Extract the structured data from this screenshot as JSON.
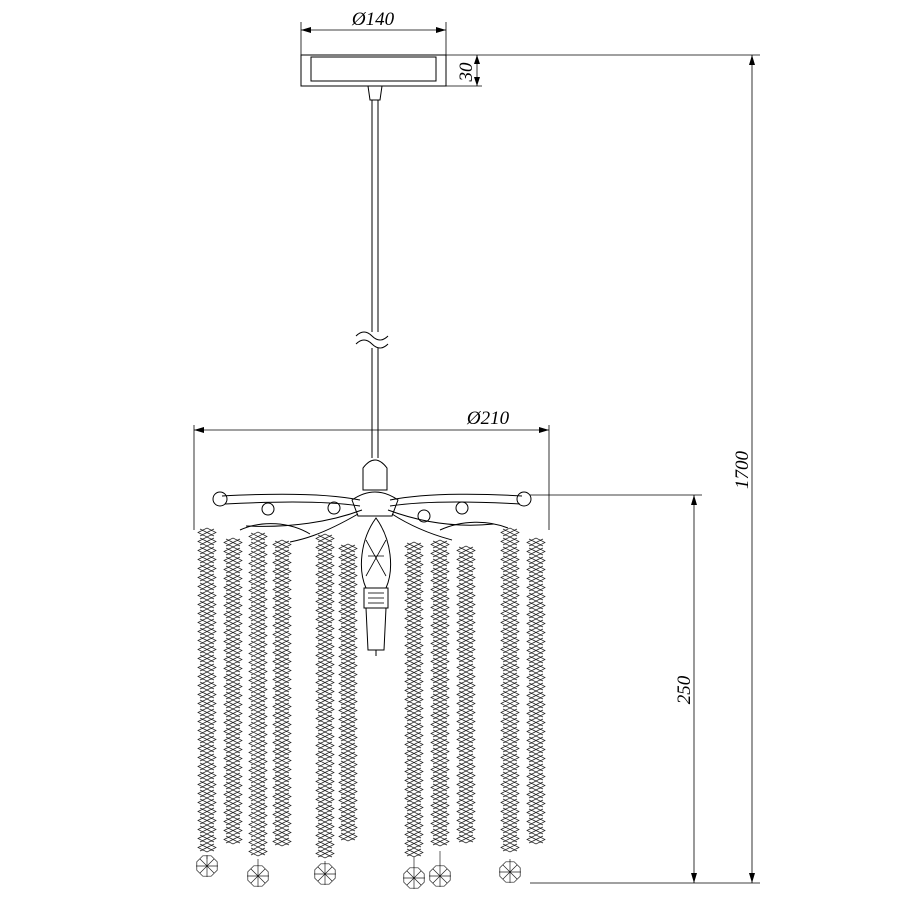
{
  "dimensions": {
    "canopy_diameter": "Ø140",
    "canopy_height": "30",
    "shade_diameter": "Ø210",
    "crystal_drop": "250",
    "overall_height": "1700"
  },
  "colors": {
    "line": "#000000",
    "background": "#ffffff"
  }
}
